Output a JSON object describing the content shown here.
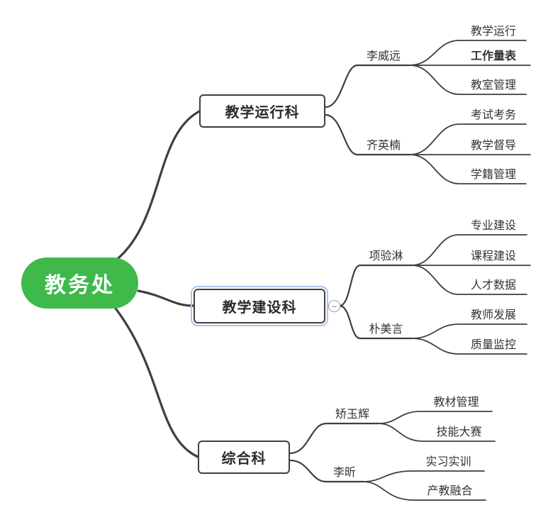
{
  "mindmap": {
    "root": {
      "label": "教务处"
    },
    "branches": [
      {
        "label": "教学运行科",
        "children": [
          {
            "label": "李威远",
            "children": [
              {
                "label": "教学运行"
              },
              {
                "label": "工作量表"
              },
              {
                "label": "教室管理"
              }
            ]
          },
          {
            "label": "齐英楠",
            "children": [
              {
                "label": "考试考务"
              },
              {
                "label": "教学督导"
              },
              {
                "label": "学籍管理"
              }
            ]
          }
        ]
      },
      {
        "label": "教学建设科",
        "selected": true,
        "children": [
          {
            "label": "项验淋",
            "children": [
              {
                "label": "专业建设"
              },
              {
                "label": "课程建设"
              },
              {
                "label": "人才数据"
              }
            ]
          },
          {
            "label": "朴美言",
            "children": [
              {
                "label": "教师发展"
              },
              {
                "label": "质量监控"
              }
            ]
          }
        ]
      },
      {
        "label": "综合科",
        "children": [
          {
            "label": "矫玉辉",
            "children": [
              {
                "label": "教材管理"
              },
              {
                "label": "技能大赛"
              }
            ]
          },
          {
            "label": "李昕",
            "children": [
              {
                "label": "实习实训"
              },
              {
                "label": "产教融合"
              }
            ]
          }
        ]
      }
    ],
    "icons": {
      "collapse_minus": "−"
    },
    "colors": {
      "root_bg": "#3eb94a",
      "root_text": "#ffffff",
      "line": "#3f3f3f",
      "node_text": "#333333",
      "selection": "#a9c4f0"
    }
  }
}
